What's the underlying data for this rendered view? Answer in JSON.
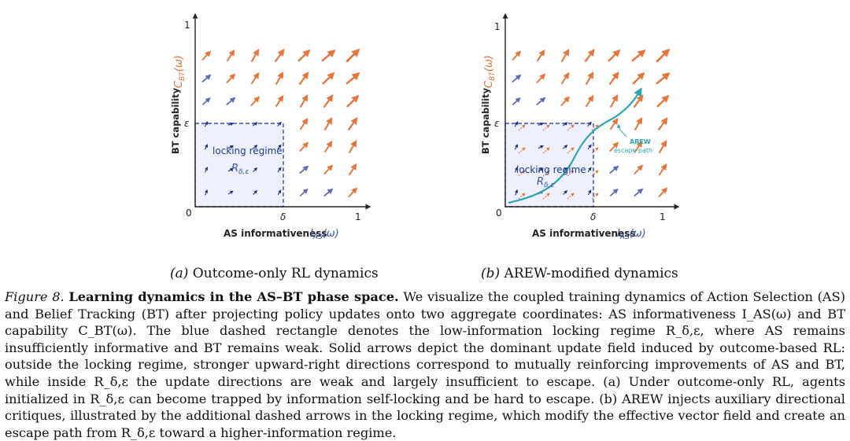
{
  "panels": [
    {
      "id": "a",
      "y_label": "BT capability",
      "y_math": "C",
      "y_math_sub": "BT",
      "y_math_arg": "(ω)",
      "x_label": "AS informativeness",
      "x_math": "I",
      "x_math_sub": "AS",
      "x_math_arg": "(ω)",
      "tick_zero": "0",
      "tick_one_x": "1",
      "tick_one_y": "1",
      "tick_delta": "δ",
      "tick_epsilon": "ε",
      "regime_label": "locking regime",
      "regime_math": "R",
      "regime_math_sub": "δ,ε",
      "subcaption_letter": "(a)",
      "subcaption_text": " Outcome-only RL dynamics"
    },
    {
      "id": "b",
      "y_label": "BT capability",
      "y_math": "C",
      "y_math_sub": "BT",
      "y_math_arg": "(ω)",
      "x_label": "AS informativeness",
      "x_math": "I",
      "x_math_sub": "AS",
      "x_math_arg": "(ω)",
      "tick_zero": "0",
      "tick_one_x": "1",
      "tick_one_y": "1",
      "tick_delta": "δ",
      "tick_epsilon": "ε",
      "regime_label": "locking regime",
      "regime_math": "R",
      "regime_math_sub": "δ,ε",
      "escape_label_1": "AREW",
      "escape_label_2": "escape path",
      "subcaption_letter": "(b)",
      "subcaption_text": " AREW-modified dynamics"
    }
  ],
  "caption": {
    "figure_label": "Figure 8.",
    "title": "Learning dynamics in the AS–BT phase space.",
    "body": " We visualize the coupled training dynamics of Action Selection (AS) and Belief Tracking (BT) after projecting policy updates onto two aggregate coordinates: AS informativeness I_AS(ω) and BT capability C_BT(ω). The blue dashed rectangle denotes the low-information locking regime R_δ,ε, where AS remains insufficiently informative and BT remains weak. Solid arrows depict the dominant update field induced by outcome-based RL: outside the locking regime, stronger upward-right directions correspond to mutually reinforcing improvements of AS and BT, while inside R_δ,ε the update directions are weak and largely insufficient to escape. (a) Under outcome-only RL, agents initialized in R_δ,ε can become trapped by information self-locking and be hard to escape. (b) AREW injects auxiliary directional critiques, illustrated by the additional dashed arrows in the locking regime, which modify the effective vector field and create an escape path from R_δ,ε toward a higher-information regime."
  },
  "colors": {
    "axis": "#222222",
    "regime_border": "#3a4fb0",
    "regime_fill": "#eef1fb",
    "regime_text": "#1f3a9e",
    "math_orange": "#e0703a",
    "math_blue": "#3a4fb0",
    "arrow_orange": "#e8743a",
    "arrow_blue": "#5b6db8",
    "arrow_navy": "#1f2f86",
    "escape": "#2aa6b3"
  }
}
